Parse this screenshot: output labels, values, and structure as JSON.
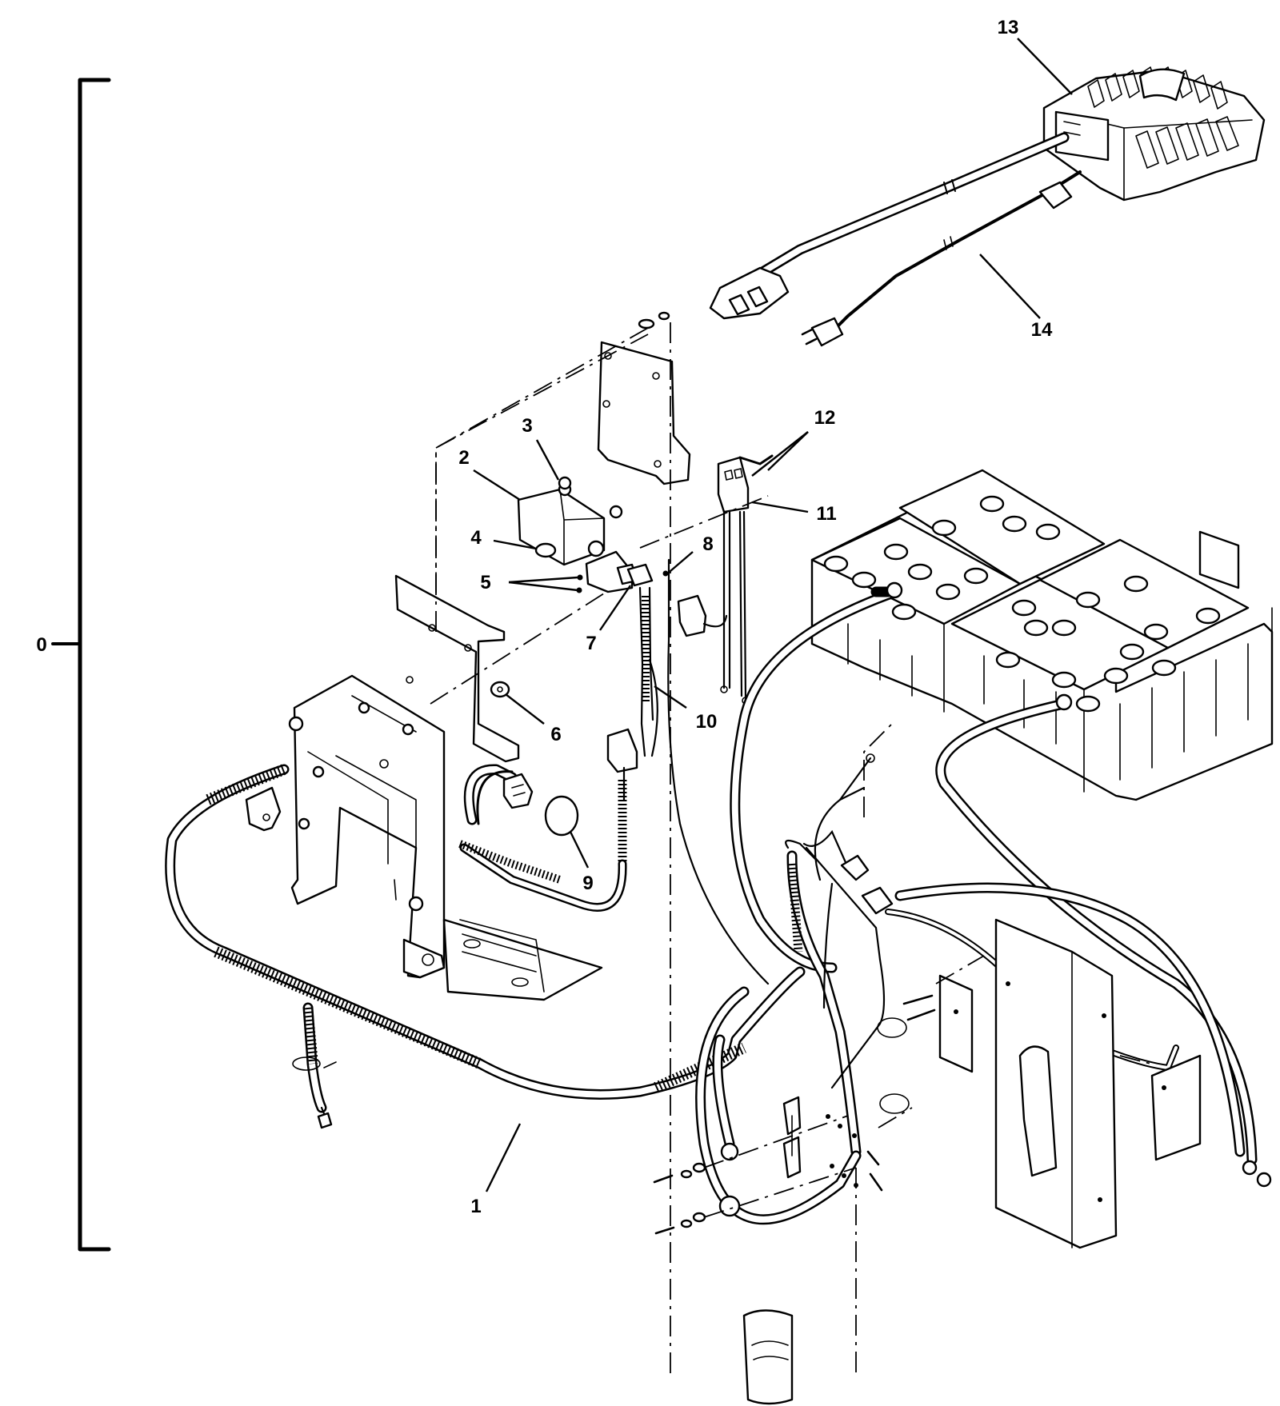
{
  "callouts": {
    "c0": "0",
    "c1": "1",
    "c2": "2",
    "c3": "3",
    "c4": "4",
    "c5": "5",
    "c6": "6",
    "c7": "7",
    "c8": "8",
    "c9": "9",
    "c10": "10",
    "c11": "11",
    "c12": "12",
    "c13": "13",
    "c14": "14"
  }
}
